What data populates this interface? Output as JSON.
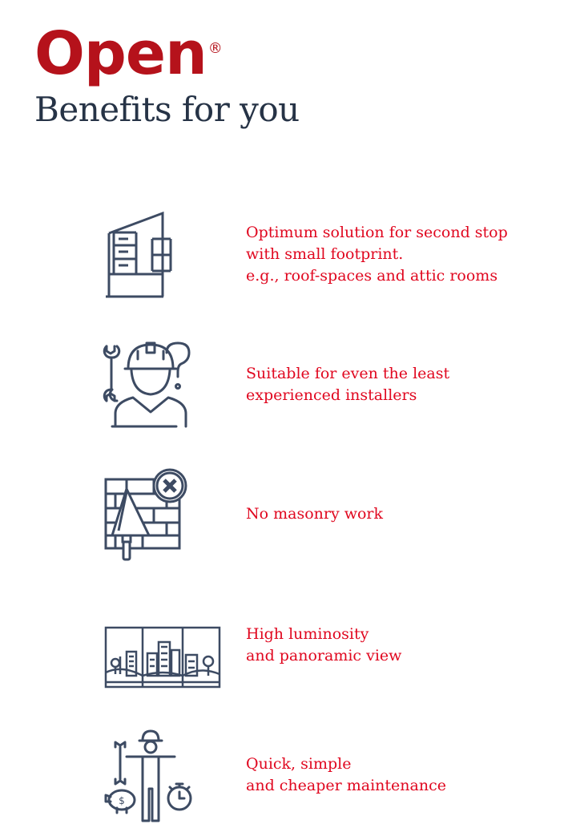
{
  "header": {
    "logo_text": "Open",
    "registered_mark": "®",
    "title": "Benefits for you"
  },
  "colors": {
    "brand": "#b5121b",
    "accent_text": "#e0071f",
    "icon_stroke": "#3d4b63",
    "title_text": "#263346"
  },
  "benefits": [
    {
      "icon": "building-attic-icon",
      "lines": [
        "Optimum solution for second stop",
        "with small footprint.",
        "e.g., roof-spaces and attic rooms"
      ]
    },
    {
      "icon": "installer-tools-icon",
      "lines": [
        "Suitable for even the least",
        "experienced installers"
      ]
    },
    {
      "icon": "no-masonry-icon",
      "lines": [
        "No masonry work"
      ]
    },
    {
      "icon": "panoramic-window-icon",
      "lines": [
        "High luminosity",
        "and panoramic view"
      ]
    },
    {
      "icon": "maintenance-icon",
      "lines": [
        "Quick, simple",
        "and cheaper maintenance"
      ]
    }
  ]
}
